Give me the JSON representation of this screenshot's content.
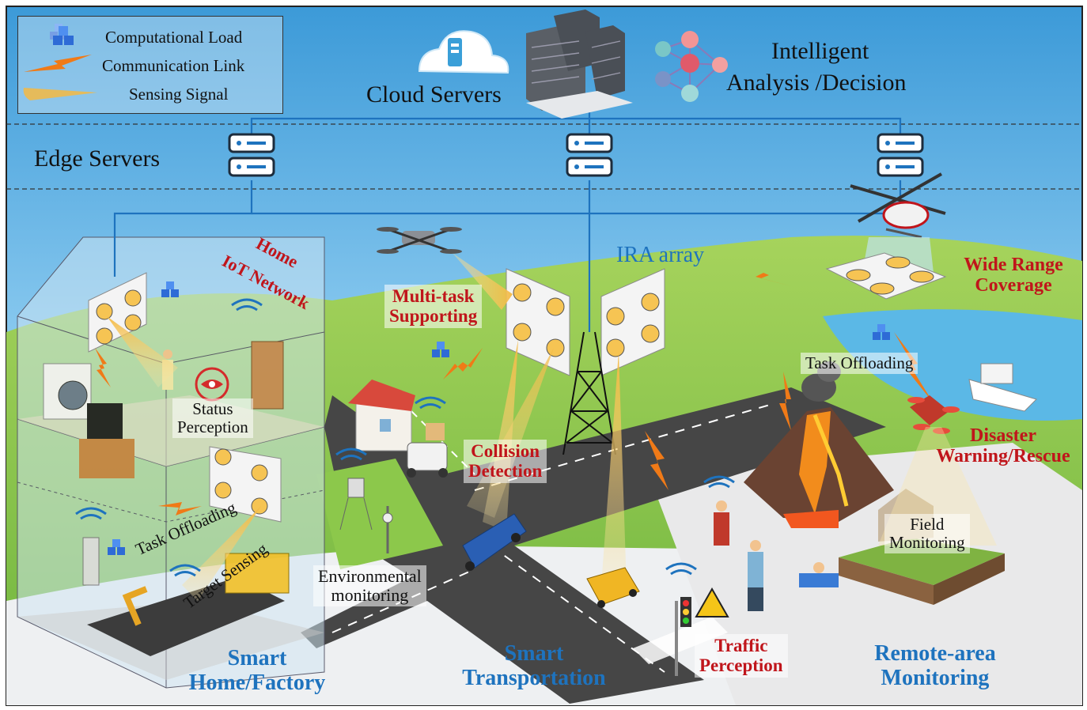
{
  "legend": {
    "computational_load": "Computational Load",
    "communication_link": "Communication Link",
    "sensing_signal": "Sensing Signal"
  },
  "layers": {
    "cloud_servers": "Cloud Servers",
    "intelligent_line1": "Intelligent",
    "intelligent_line2": "Analysis /Decision",
    "edge_servers": "Edge Servers"
  },
  "labels": {
    "home_iot_line1": "Home",
    "home_iot_line2": "IoT Network",
    "ira_array": "IRA array",
    "multitask_line1": "Multi-task",
    "multitask_line2": "Supporting",
    "wide_range_line1": "Wide Range",
    "wide_range_line2": "Coverage",
    "task_offloading_remote": "Task Offloading",
    "status_line1": "Status",
    "status_line2": "Perception",
    "collision_line1": "Collision",
    "collision_line2": "Detection",
    "disaster_line1": "Disaster",
    "disaster_line2": "Warning/Rescue",
    "task_offloading_home": "Task Offloading",
    "target_sensing": "Target Sensing",
    "field_line1": "Field",
    "field_line2": "Monitoring",
    "env_line1": "Environmental",
    "env_line2": "monitoring",
    "traffic_line1": "Traffic",
    "traffic_line2": "Perception"
  },
  "scenarios": {
    "home_line1": "Smart",
    "home_line2": "Home/Factory",
    "transport_line1": "Smart",
    "transport_line2": "Transportation",
    "remote_line1": "Remote-area",
    "remote_line2": "Monitoring"
  },
  "colors": {
    "sky": "#4fa8e0",
    "grass": "#8cc84b",
    "road": "#4a4a4a",
    "link_blue": "#1e73be",
    "label_red": "#c0151b",
    "signal_yellow": "#f6c453",
    "lightning_orange": "#f07a17"
  }
}
